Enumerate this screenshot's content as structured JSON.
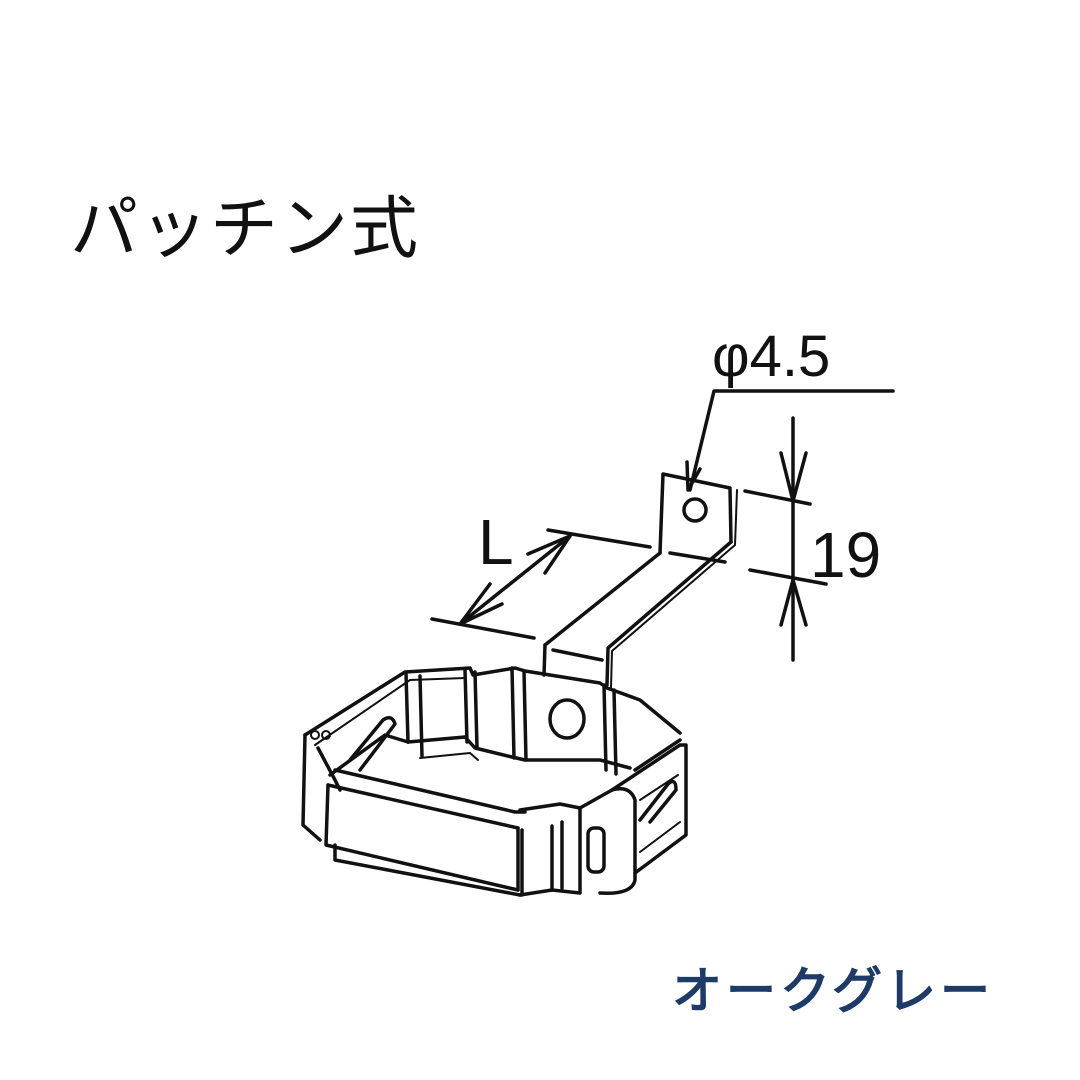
{
  "title": "パッチン式",
  "color_label": "オークグレー",
  "colors": {
    "line": "#111111",
    "label_accent": "#1e3a66",
    "background": "#ffffff"
  },
  "dimensions": {
    "hole_diameter": "φ4.5",
    "tab_height": "19",
    "arm_length": "L"
  }
}
